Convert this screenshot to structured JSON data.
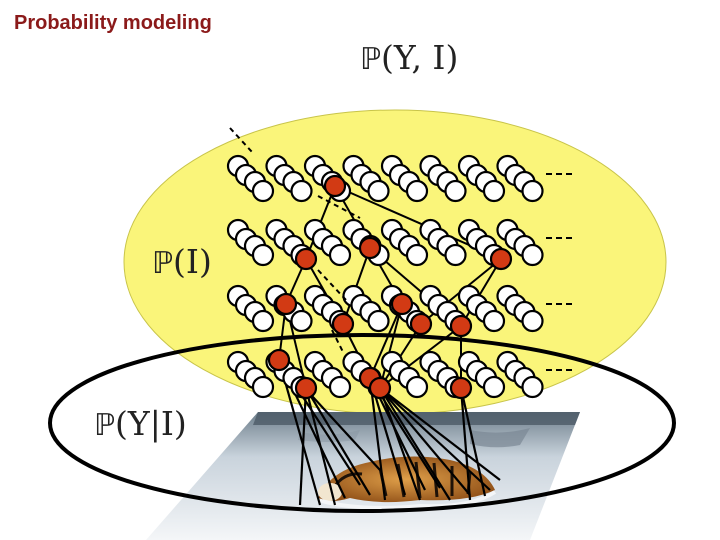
{
  "title": "Probability modeling",
  "formulas": {
    "joint": {
      "symbol": "ℙ",
      "expr": "(Y, I)"
    },
    "marginal": {
      "symbol": "ℙ",
      "expr": "(I)"
    },
    "conditional": {
      "symbol": "ℙ",
      "expr": "(Y|I)"
    }
  },
  "colors": {
    "marginal_ellipse_fill": "#faf57a",
    "active_node": "#d23a14",
    "inactive_node": "#ffffff",
    "edge": "#000000",
    "title_text": "#8b1a1a"
  },
  "diagram": {
    "layers": 4,
    "groups_per_layer": 8,
    "nodes_per_group": 4,
    "image_content": "tiger-in-snow"
  }
}
